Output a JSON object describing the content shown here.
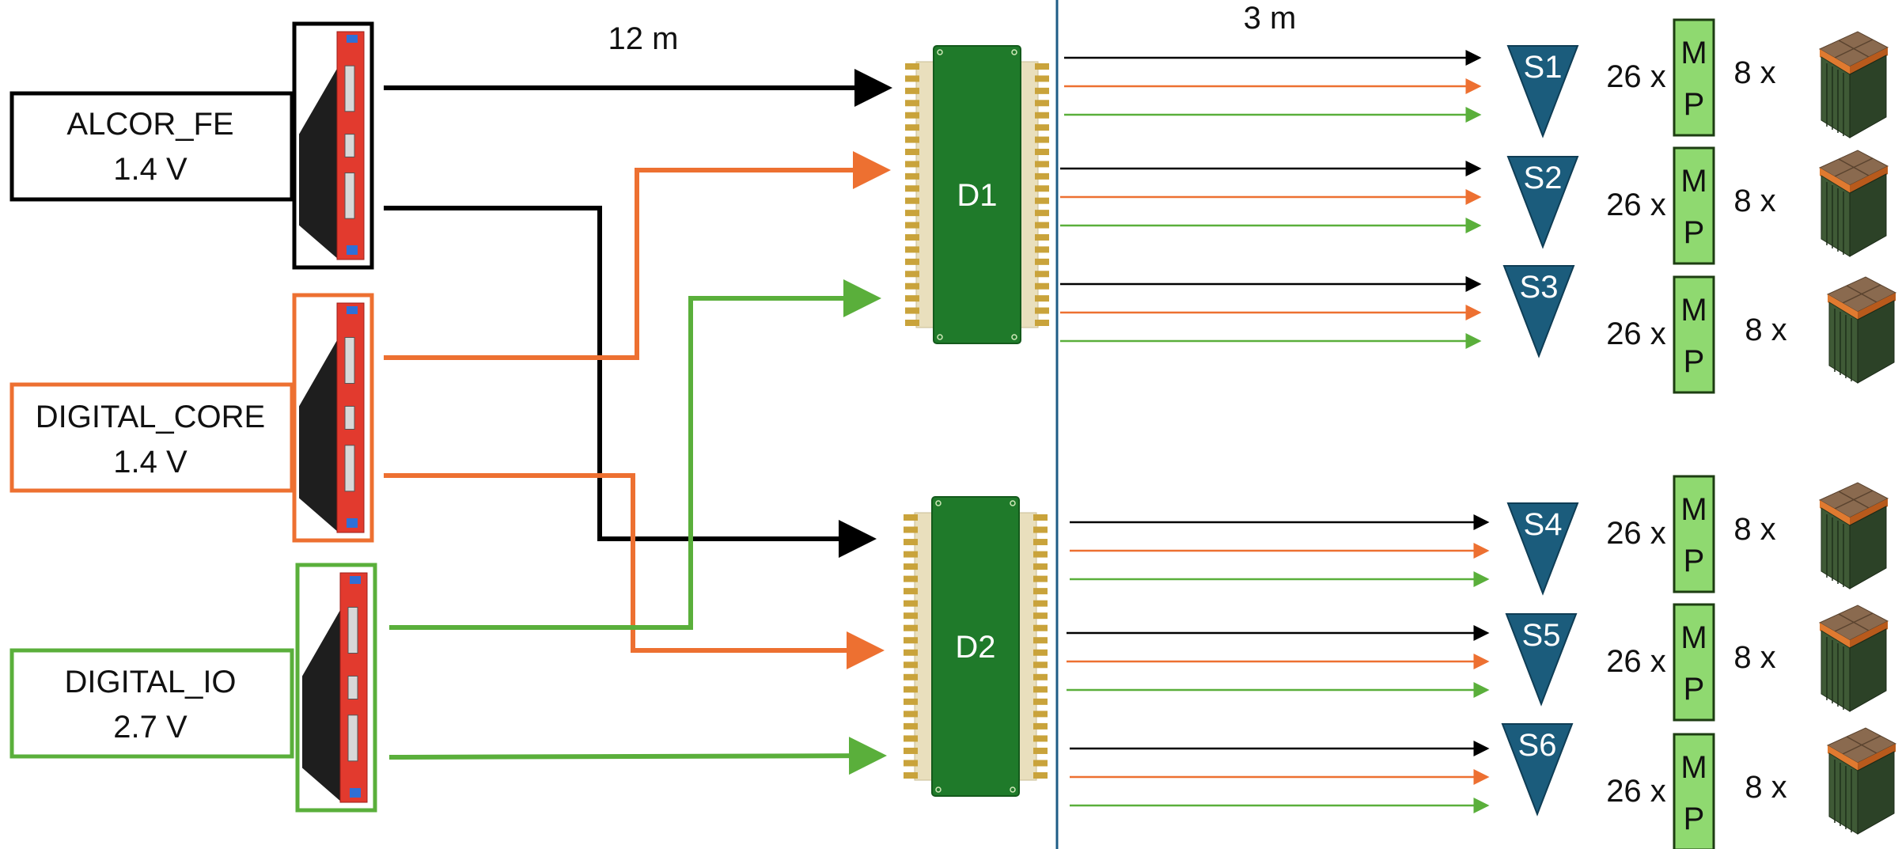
{
  "colors": {
    "fe": "#000000",
    "core": "#ed7031",
    "io": "#5aaf3b",
    "board_green": "#1f7a2a",
    "board_edge": "#e9dfbd",
    "pin_gold": "#c9a33b",
    "triangle": "#1b5c7c",
    "mp_fill": "#8fd970",
    "divider": "#1e5c86",
    "psu_red": "#e23a2e",
    "psu_black": "#1e1e1e"
  },
  "supplies": [
    {
      "name": "ALCOR_FE",
      "voltage": "1.4 V",
      "color_key": "fe",
      "icon": "power-supply-module-icon"
    },
    {
      "name": "DIGITAL_CORE",
      "voltage": "1.4 V",
      "color_key": "core",
      "icon": "power-supply-module-icon"
    },
    {
      "name": "DIGITAL_IO",
      "voltage": "2.7 V",
      "color_key": "io",
      "icon": "power-supply-module-icon"
    }
  ],
  "cable_lengths": {
    "long": "12 m",
    "short": "3 m"
  },
  "distribution_boards": [
    "D1",
    "D2"
  ],
  "sectors": [
    {
      "label": "S1",
      "count": "26 x",
      "mp_top": "M",
      "mp_bottom": "P",
      "modules": "8 x",
      "icon": "detector-module-icon"
    },
    {
      "label": "S2",
      "count": "26 x",
      "mp_top": "M",
      "mp_bottom": "P",
      "modules": "8 x",
      "icon": "detector-module-icon"
    },
    {
      "label": "S3",
      "count": "26 x",
      "mp_top": "M",
      "mp_bottom": "P",
      "modules": "8 x",
      "icon": "detector-module-icon"
    },
    {
      "label": "S4",
      "count": "26 x",
      "mp_top": "M",
      "mp_bottom": "P",
      "modules": "8 x",
      "icon": "detector-module-icon"
    },
    {
      "label": "S5",
      "count": "26 x",
      "mp_top": "M",
      "mp_bottom": "P",
      "modules": "8 x",
      "icon": "detector-module-icon"
    },
    {
      "label": "S6",
      "count": "26 x",
      "mp_top": "M",
      "mp_bottom": "P",
      "modules": "8 x",
      "icon": "detector-module-icon"
    }
  ]
}
